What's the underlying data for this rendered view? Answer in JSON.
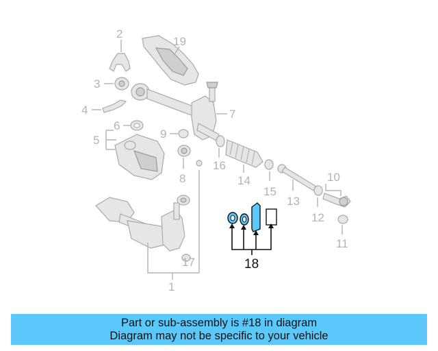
{
  "diagram": {
    "callouts": [
      "1",
      "2",
      "3",
      "4",
      "5",
      "6",
      "7",
      "8",
      "9",
      "10",
      "11",
      "12",
      "13",
      "14",
      "15",
      "16",
      "17",
      "18",
      "19"
    ],
    "highlight": "18",
    "colors": {
      "highlight_fill": "#5ac8fa",
      "ghost_text": "#b3b3b3",
      "ghost_part": "#e6e6e6"
    }
  },
  "banner": {
    "line1": "Part or sub-assembly is #18 in diagram",
    "line2": "Diagram may not be specific to your vehicle",
    "color": "#5ac8fa"
  }
}
